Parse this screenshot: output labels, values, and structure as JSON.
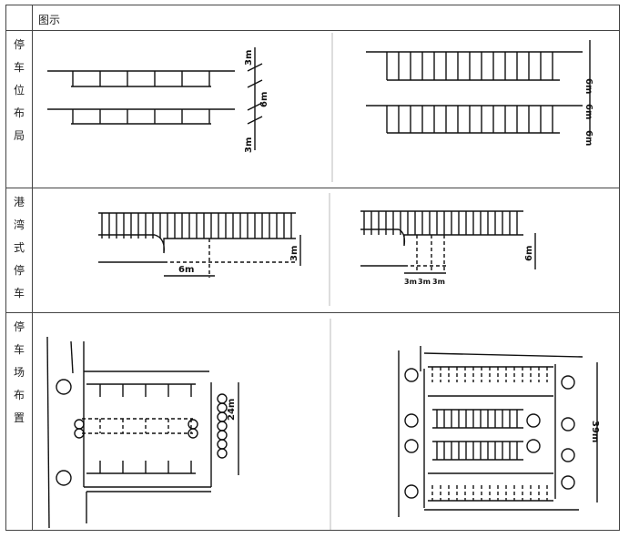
{
  "table": {
    "header": "图示",
    "rows": [
      {
        "label": [
          "停",
          "车",
          "位",
          "布",
          "局"
        ]
      },
      {
        "label": [
          "港",
          "湾",
          "式",
          "停",
          "车"
        ]
      },
      {
        "label": [
          "停",
          "车",
          "场",
          "布",
          "置"
        ]
      }
    ]
  },
  "dimensions": {
    "r1_left_top": "3m",
    "r1_left_mid": "6m",
    "r1_left_bot": "3m",
    "r1_right_top": "6m",
    "r1_right_mid": "6m",
    "r1_right_bot": "6m",
    "r2_left_width": "6m",
    "r2_left_depth": "3m",
    "r2_right_depth": "6m",
    "r2_right_w1": "3m",
    "r2_right_w2": "3m",
    "r2_right_w3": "3m",
    "r3_left_len": "24m",
    "r3_right_len": "39m"
  }
}
